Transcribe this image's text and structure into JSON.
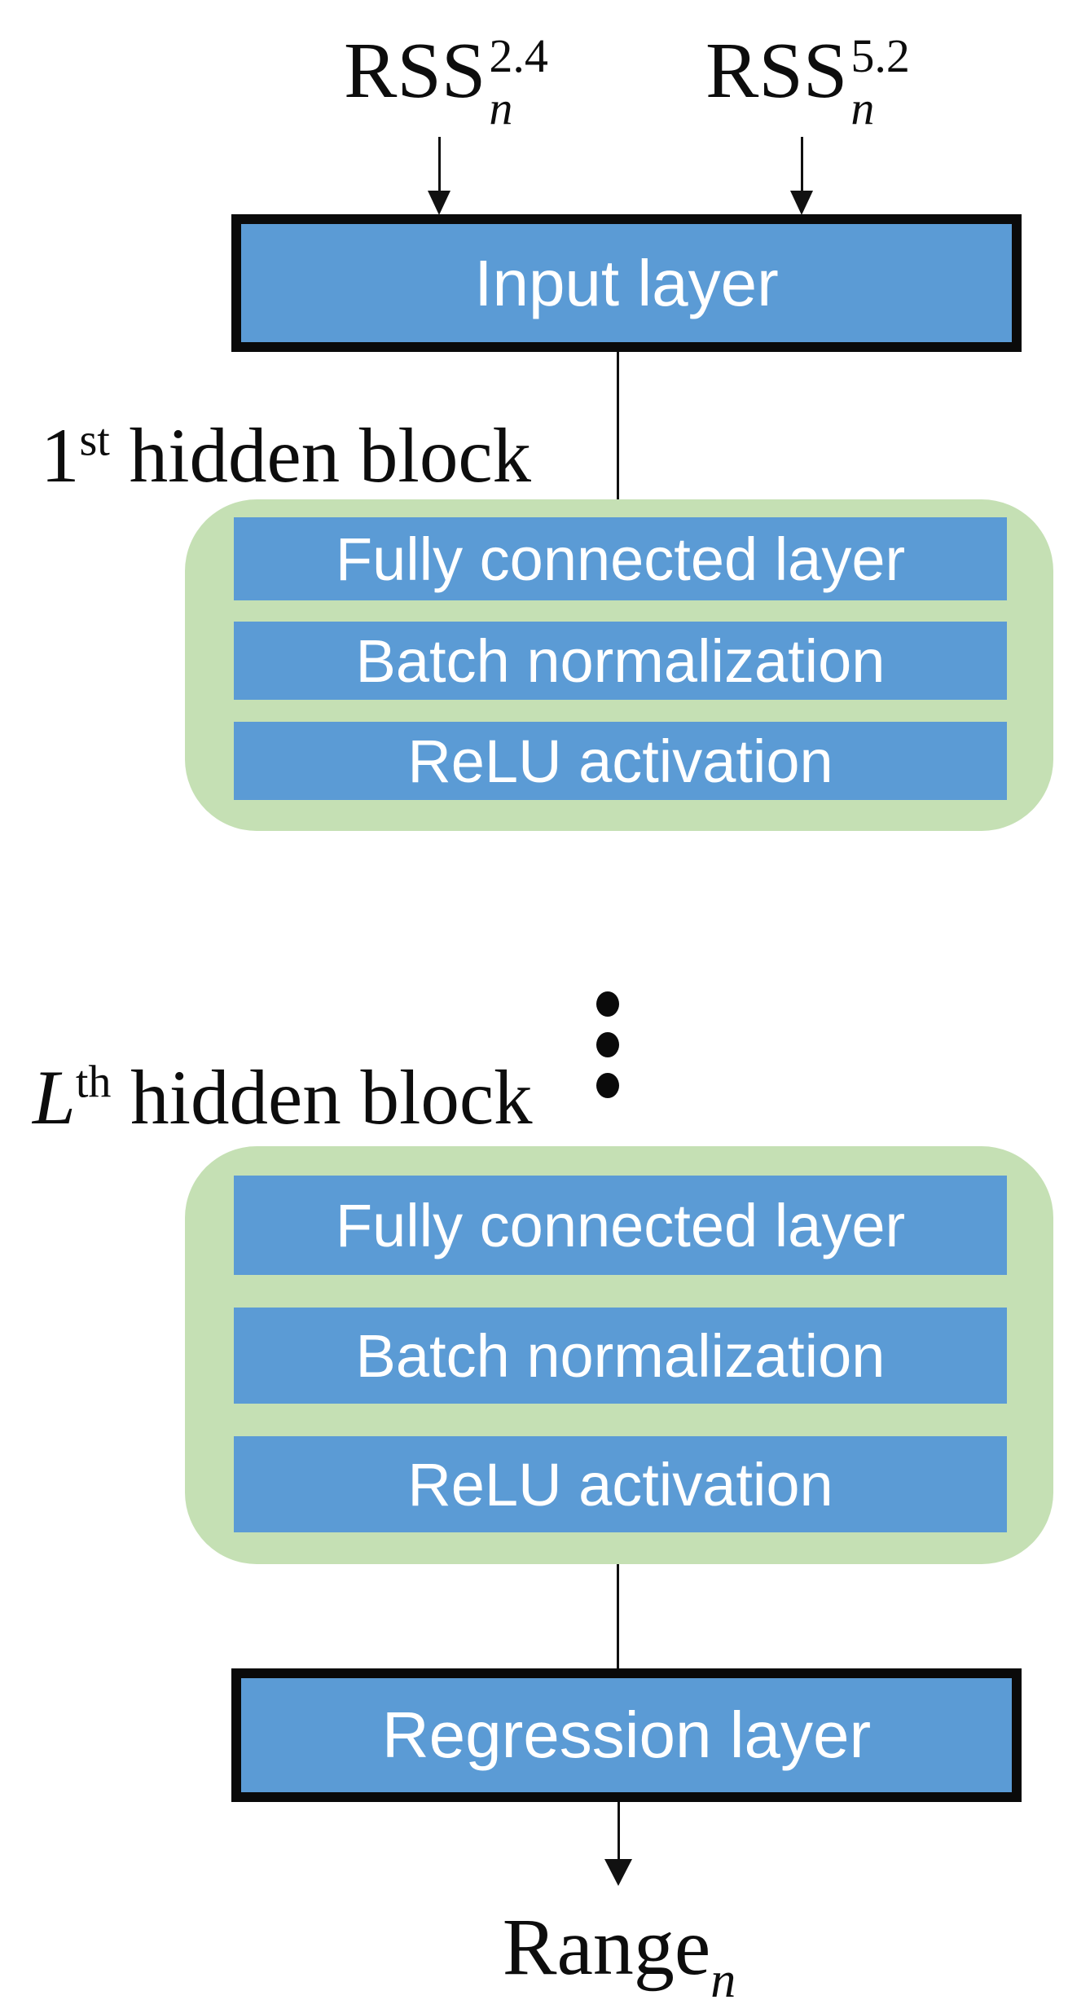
{
  "diagram": {
    "inputs": [
      {
        "base": "RSS",
        "sup": "2.4",
        "sub": "n"
      },
      {
        "base": "RSS",
        "sup": "5.2",
        "sub": "n"
      }
    ],
    "input_layer_label": "Input layer",
    "hidden_blocks": [
      {
        "label_base": "1",
        "label_ordinal": "st",
        "label_rest": " hidden block",
        "rows": [
          "Fully connected layer",
          "Batch normalization",
          "ReLU activation"
        ]
      },
      {
        "label_base": "L",
        "label_ordinal": "th",
        "label_rest": " hidden block",
        "rows": [
          "Fully connected layer",
          "Batch normalization",
          "ReLU activation"
        ]
      }
    ],
    "regression_layer_label": "Regression layer",
    "output": {
      "base": "Range",
      "sub": "n"
    },
    "colors": {
      "layer_blue": "#5b9bd5",
      "block_green": "#c5e0b4",
      "border_black": "#0a0a0a",
      "text_white": "#ffffff",
      "text_black": "#0d0d0d"
    }
  }
}
